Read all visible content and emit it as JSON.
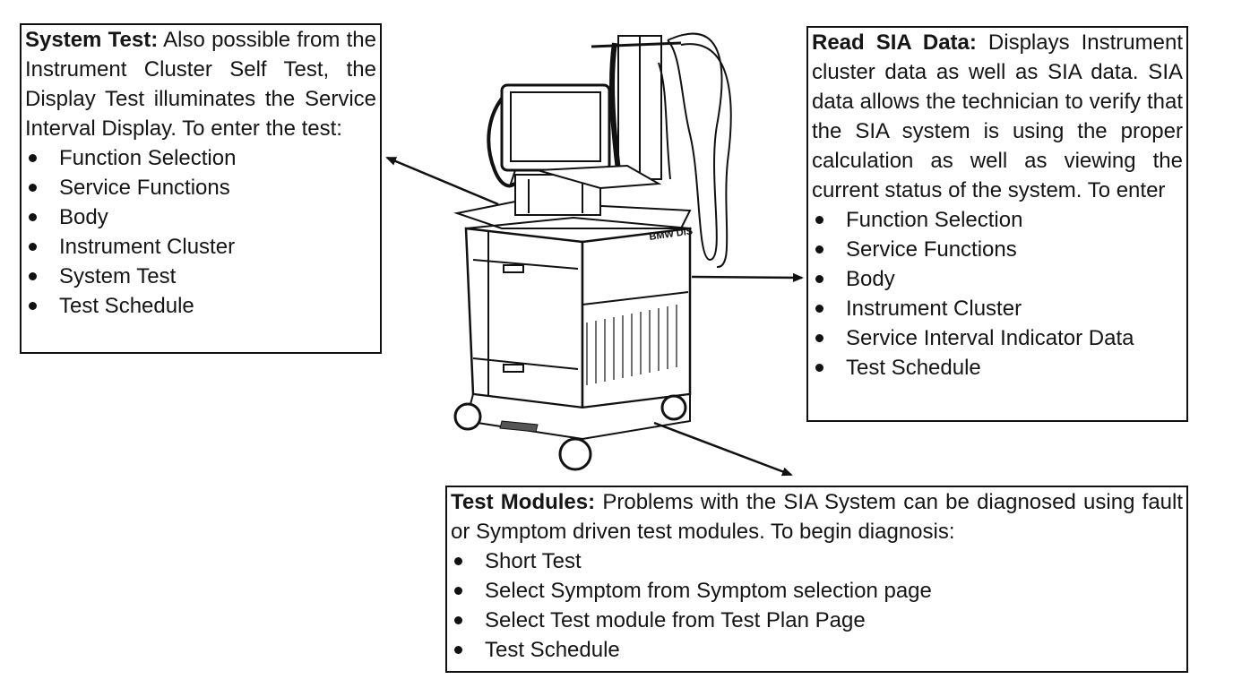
{
  "system_test": {
    "title": "System Test:",
    "text": " Also possible from the Instrument Cluster Self Test, the Display Test illuminates the Service Interval Display.  To enter the test:",
    "items": [
      "Function Selection",
      "Service Functions",
      "Body",
      "Instrument Cluster",
      "System Test",
      "Test Schedule"
    ]
  },
  "sia_data": {
    "title": "Read SIA Data:",
    "text": " Displays Instrument cluster data as well as SIA data. SIA data allows the technician to verify that the SIA system is using the proper calculation as well as viewing the current status of the system.  To enter",
    "items": [
      "Function Selection",
      "Service Functions",
      "Body",
      "Instrument Cluster",
      "Service Interval Indicator Data",
      "Test Schedule"
    ]
  },
  "test_modules": {
    "title": "Test Modules:",
    "text": " Problems with the SIA System can be diagnosed using fault or Symptom driven test modules.  To begin diagnosis:",
    "items": [
      "Short Test",
      "Select Symptom from Symptom selection page",
      "Select Test module from Test Plan Page",
      "Test Schedule"
    ]
  },
  "illustration": {
    "cart_label": "BMW DIS"
  }
}
